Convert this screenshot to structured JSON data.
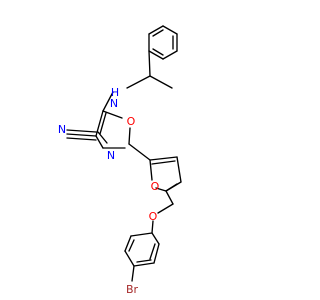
{
  "structure": {
    "atoms": {
      "phenyl_h": "H",
      "amine_n": "N",
      "nitrile_n": "N",
      "oxazole_n": "N",
      "oxazole_o": "O",
      "furan_o": "O",
      "ether_o": "O",
      "bromine": "Br"
    },
    "colors": {
      "bond": "#000000",
      "nitrogen": "#0000ff",
      "oxygen": "#ff0000",
      "bromine": "#a52a2a"
    }
  }
}
